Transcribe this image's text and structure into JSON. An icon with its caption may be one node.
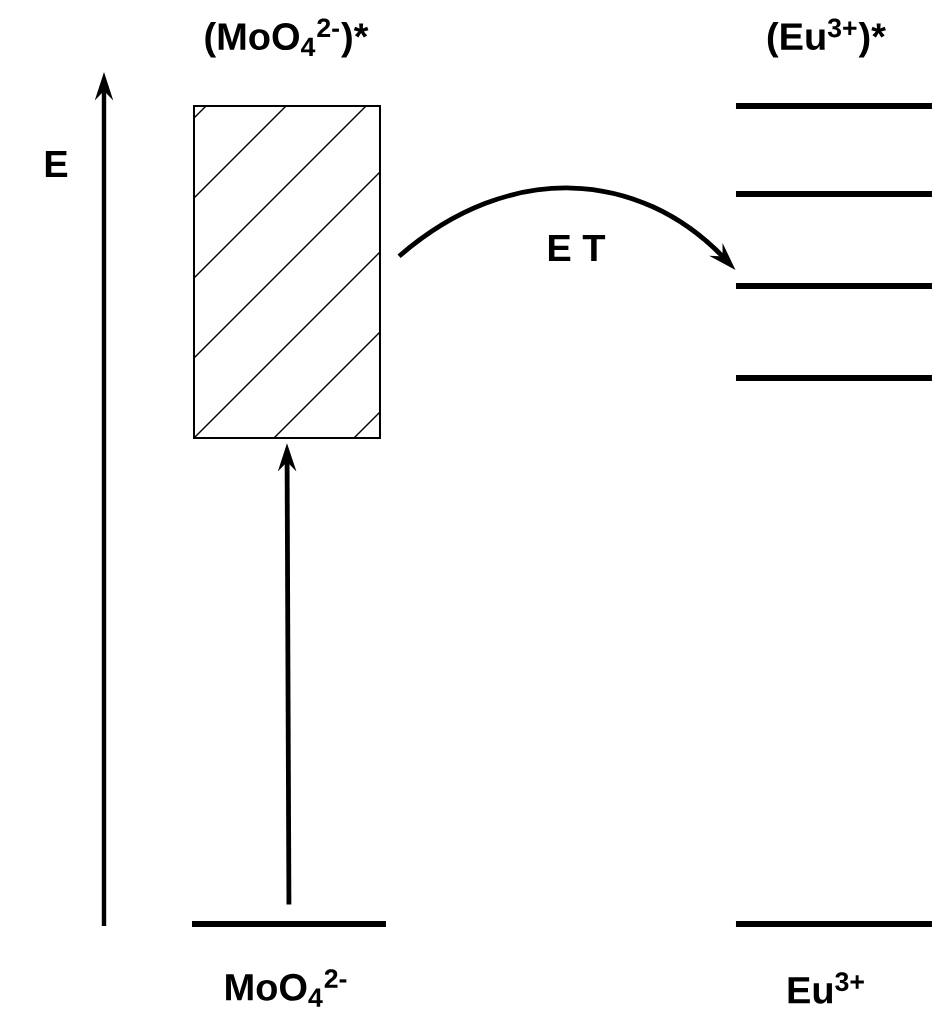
{
  "diagram": {
    "nodes": [
      {
        "text": [
          "(MoO$_{4}$$^{2-}$)*"
        ]
      },
      {
        "text": [
          "(Eu$^{3+}$)*"
        ]
      },
      {
        "text": [],
        "shape": "bar"
      },
      {
        "text": [],
        "shape": "bar"
      },
      {
        "text": [],
        "shape": "bar"
      },
      {
        "text": [
          "MoO$_{4}$$^{2-}$"
        ]
      },
      {
        "text": [
          "Eu$^{3+}$"
        ]
      }
    ],
    "edges": [
      {
        "from": 5,
        "to": 0,
        "arrow": "to"
      },
      {
        "from": 0,
        "to": 3,
        "arrow": "to",
        "label": "E T"
      }
    ],
    "labels": [
      "E"
    ]
  }
}
